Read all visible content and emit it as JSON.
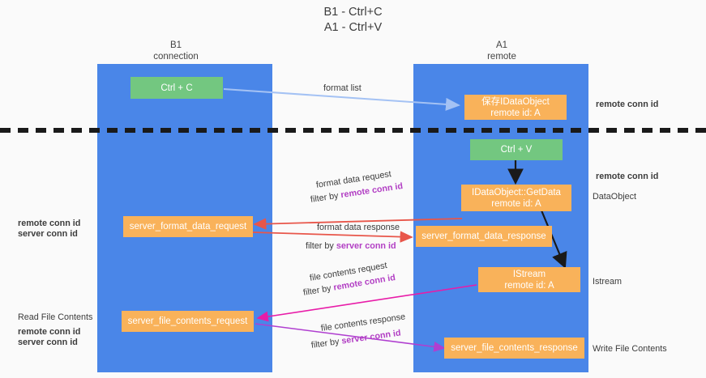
{
  "diagram": {
    "title": "B1 - Ctrl+C\nA1 - Ctrl+V",
    "lanes": [
      {
        "id": "b1",
        "label": "B1\nconnection"
      },
      {
        "id": "a1",
        "label": "A1\nremote"
      }
    ],
    "nodes": [
      {
        "id": "ctrl-c",
        "label": "Ctrl + C",
        "color": "green"
      },
      {
        "id": "store-idataobject",
        "label": "保存IDataObject\nremote id: A",
        "color": "orange"
      },
      {
        "id": "ctrl-v",
        "label": "Ctrl + V",
        "color": "green"
      },
      {
        "id": "idataobject-getdata",
        "label": "IDataObject::GetData\nremote id: A",
        "color": "orange"
      },
      {
        "id": "server-format-data-request",
        "label": "server_format_data_request",
        "color": "orange"
      },
      {
        "id": "server-format-data-response",
        "label": "server_format_data_response",
        "color": "orange"
      },
      {
        "id": "istream",
        "label": "IStream\nremote id: A",
        "color": "orange"
      },
      {
        "id": "server-file-contents-request",
        "label": "server_file_contents_request",
        "color": "orange"
      },
      {
        "id": "server-file-contents-response",
        "label": "server_file_contents_response",
        "color": "orange"
      }
    ],
    "edge_labels": {
      "format_list": "format list",
      "format_data_request": "format data request",
      "format_data_request_filter_prefix": "filter by ",
      "format_data_request_filter_key": "remote conn id",
      "format_data_response": "format data response",
      "format_data_response_filter_prefix": "filter by ",
      "format_data_response_filter_key": "server conn id",
      "file_contents_request": "file contents request",
      "file_contents_request_filter_prefix": "filter by ",
      "file_contents_request_filter_key": "remote conn id",
      "file_contents_response": "file contents response",
      "file_contents_response_filter_prefix": "filter by ",
      "file_contents_response_filter_key": "server conn id"
    },
    "annotations": {
      "right_remote_conn_id_top": "remote conn id",
      "right_remote_conn_id_mid": "remote conn id",
      "right_dataobject": "DataObject",
      "right_istream": "Istream",
      "right_write_file_contents": "Write File Contents",
      "left_remote_conn_id_mid": "remote conn id",
      "left_server_conn_id_mid": "server conn id",
      "left_read_file_contents": "Read File Contents",
      "left_remote_conn_id_bottom": "remote conn id",
      "left_server_conn_id_bottom": "server conn id"
    },
    "colors": {
      "lane": "#4a86e8",
      "node_green": "#73c780",
      "node_orange": "#f9b25a",
      "accent_purple": "#b23fc4",
      "accent_green": "#64b96f",
      "arrow_blue": "#a4c2f4",
      "arrow_red": "#e8564a",
      "arrow_black": "#1a1a1a",
      "arrow_magenta": "#e81ca8",
      "arrow_violet": "#b03fd0",
      "divider": "#1a1a1a",
      "background": "#fafafa"
    }
  }
}
